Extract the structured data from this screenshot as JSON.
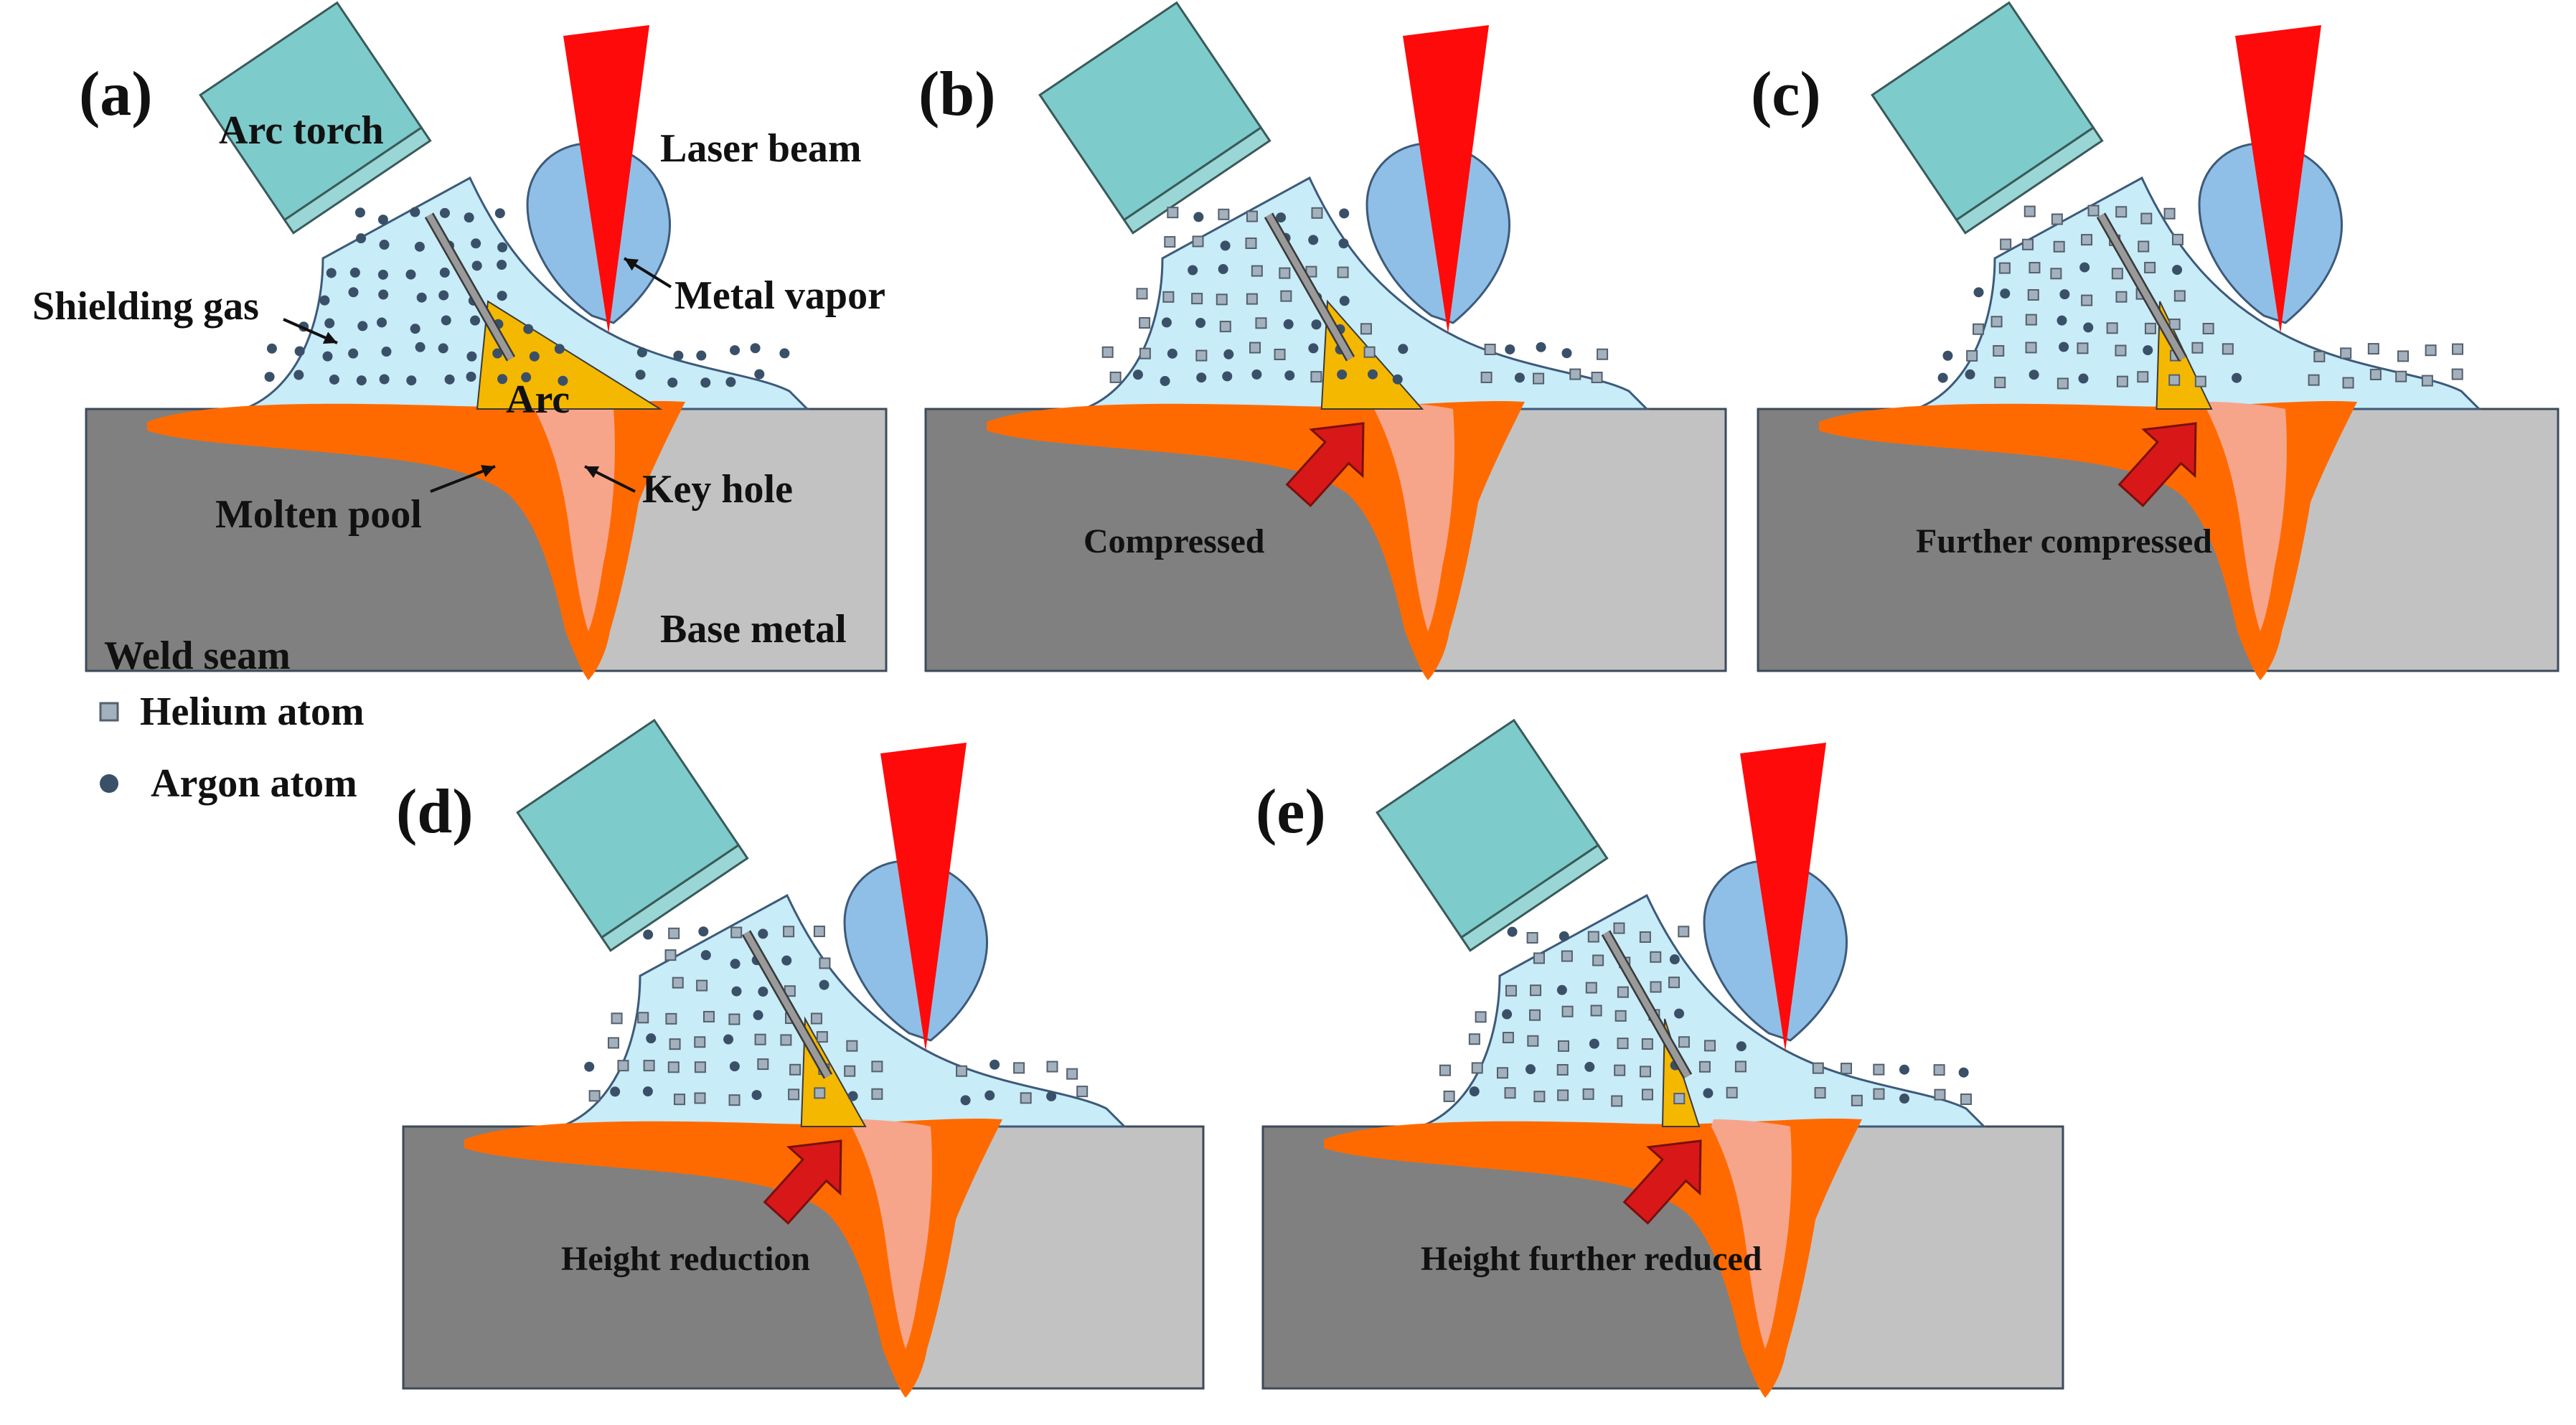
{
  "colors": {
    "torch": "#7ecbcb",
    "torch_stroke": "#3a5a5a",
    "gas": "#c8ecf8",
    "gas_stroke": "#3d5a7a",
    "vapor": "#8fbfe6",
    "laser": "#ff0a0a",
    "arc": "#f5b800",
    "pool": "#ff6a00",
    "keyhole": "#f7a58a",
    "weld_seam": "#808080",
    "base_metal": "#c2c2c2",
    "argon": "#3a5068",
    "helium": "#a3b1bf",
    "arrow": "#d81818"
  },
  "icons": {
    "helium": "gray-square-icon",
    "argon": "dark-dot-icon",
    "arrow": "red-arrow-icon"
  },
  "panels": [
    {
      "letter": "(a)",
      "labels": {
        "arc_torch": "Arc torch",
        "laser_beam": "Laser beam",
        "metal_vapor": "Metal vapor",
        "shielding_gas": "Shielding gas",
        "arc": "Arc",
        "molten_pool": "Molten pool",
        "key_hole": "Key hole",
        "weld_seam": "Weld seam",
        "base_metal": "Base metal"
      }
    },
    {
      "letter": "(b)",
      "caption": "Compressed"
    },
    {
      "letter": "(c)",
      "caption": "Further compressed"
    },
    {
      "letter": "(d)",
      "caption": "Height reduction"
    },
    {
      "letter": "(e)",
      "caption": "Height further reduced"
    }
  ],
  "legend": {
    "helium": "Helium atom",
    "argon": "Argon atom"
  }
}
